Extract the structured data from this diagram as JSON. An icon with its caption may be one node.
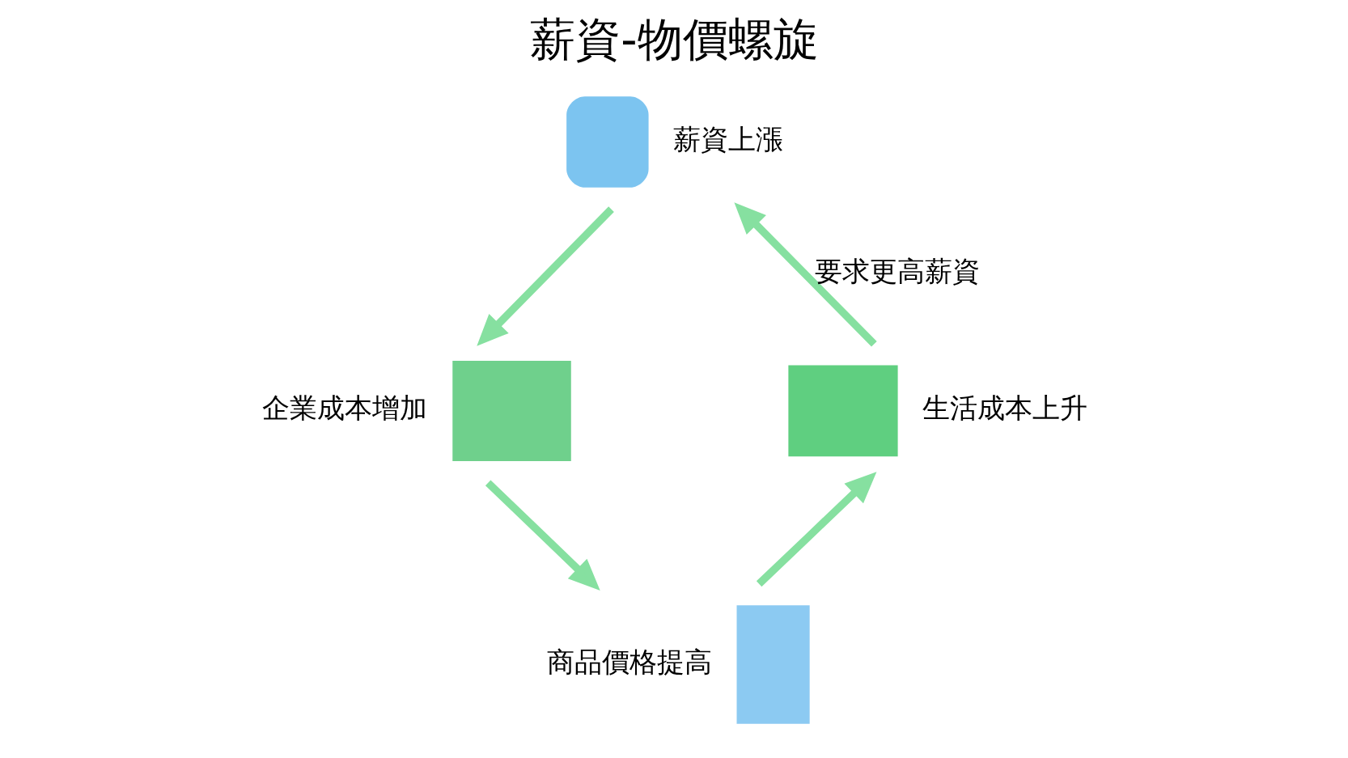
{
  "diagram": {
    "title": "薪資-物價螺旋",
    "nodes": [
      {
        "text": [],
        "shape": "bag",
        "beside": [
          "薪資上漲"
        ]
      },
      {
        "text": [],
        "shape": "factory",
        "beside": [
          "企業成本增加"
        ]
      },
      {
        "text": [],
        "shape": "tag",
        "beside": [
          "商品價格提高"
        ]
      },
      {
        "text": [],
        "shape": "cart",
        "beside": [
          "生活成本上升"
        ]
      }
    ],
    "edges": [
      {
        "from": 0,
        "to": 1,
        "arrow": "to"
      },
      {
        "from": 1,
        "to": 2,
        "arrow": "to"
      },
      {
        "from": 2,
        "to": 3,
        "arrow": "to"
      },
      {
        "from": 3,
        "to": 0,
        "arrow": "to",
        "label": "要求更高薪資"
      }
    ]
  }
}
